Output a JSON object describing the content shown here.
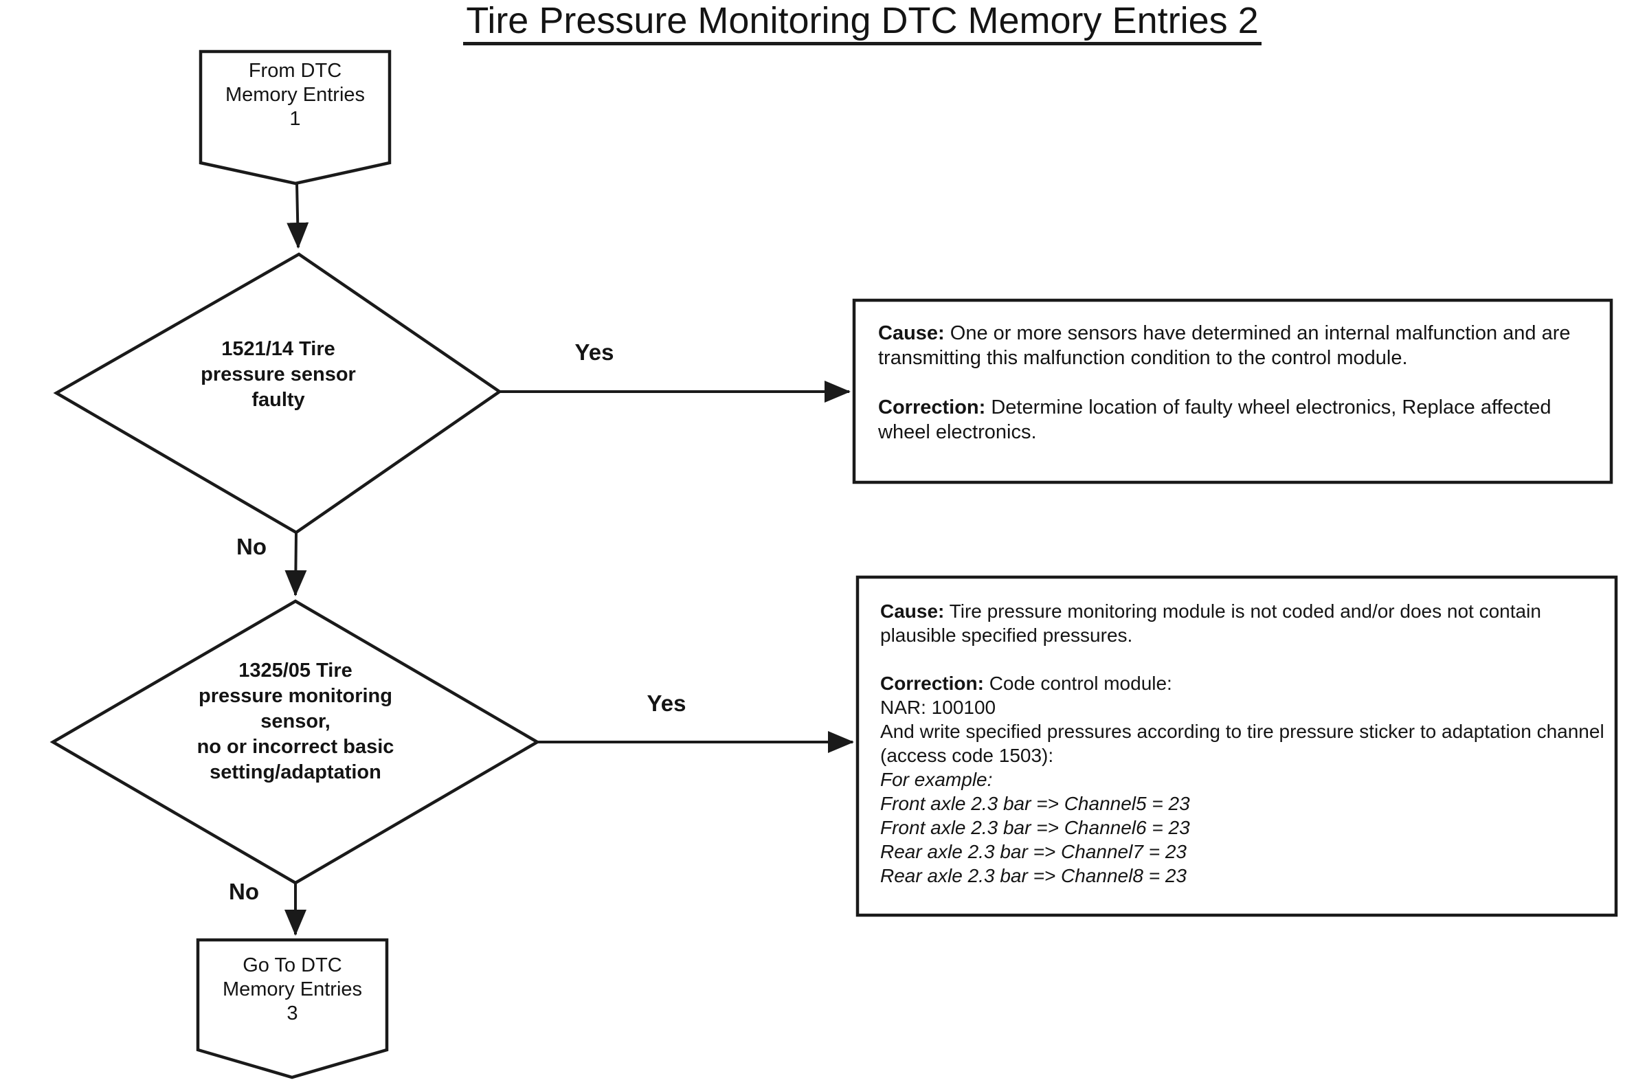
{
  "title": "Tire Pressure Monitoring DTC Memory Entries 2",
  "nodes": {
    "start_connector": {
      "text": "From DTC\nMemory Entries\n1"
    },
    "decision1": {
      "text": "1521/14 Tire\npressure sensor\nfaulty"
    },
    "decision2": {
      "text": "1325/05 Tire\npressure monitoring\nsensor,\nno or incorrect basic\nsetting/adaptation"
    },
    "end_connector": {
      "text": "Go To DTC\nMemory Entries\n3"
    }
  },
  "labels": {
    "yes1": "Yes",
    "no1": "No",
    "yes2": "Yes",
    "no2": "No"
  },
  "box1": {
    "cause_label": "Cause:",
    "cause_text": "One or more sensors have determined an internal malfunction and are transmitting this malfunction condition to the control module.",
    "correction_label": "Correction:",
    "correction_text": "Determine location of faulty wheel electronics, Replace affected wheel electronics."
  },
  "box2": {
    "cause_label": "Cause:",
    "cause_text": "Tire pressure monitoring module is not coded and/or does not contain plausible specified pressures.",
    "correction_label": "Correction:",
    "correction_text": "Code control module:",
    "nar_line": "NAR: 100100",
    "write_line": "And write specified pressures according to tire pressure sticker to adaptation channel (access code 1503):",
    "example_intro": "For example:",
    "examples": [
      "Front axle 2.3 bar => Channel5 = 23",
      "Front axle 2.3 bar => Channel6 = 23",
      "Rear axle 2.3 bar => Channel7 = 23",
      "Rear axle 2.3 bar => Channel8 = 23"
    ]
  },
  "colors": {
    "line": "#1a1a1a",
    "text": "#141414",
    "background": "#ffffff"
  }
}
